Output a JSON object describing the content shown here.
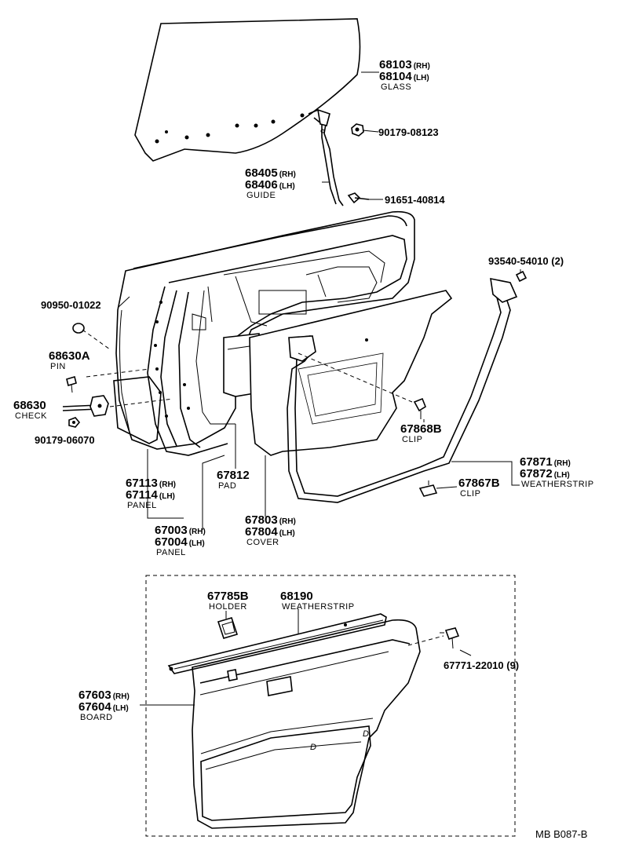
{
  "diagram_code": "MB  B087-B",
  "parts": {
    "glass": {
      "rh": "68103",
      "rh_sfx": "(RH)",
      "lh": "68104",
      "lh_sfx": "(LH)",
      "desc": "GLASS"
    },
    "nut_top": {
      "num": "90179-08123"
    },
    "guide": {
      "rh": "68405",
      "rh_sfx": "(RH)",
      "lh": "68406",
      "lh_sfx": "(LH)",
      "desc": "GUIDE"
    },
    "bolt_guide": {
      "num": "91651-40814"
    },
    "clip_ws": {
      "num": "93540-54010 (2)"
    },
    "plug": {
      "num": "90950-01022"
    },
    "pin": {
      "num": "68630A",
      "desc": "PIN"
    },
    "check": {
      "num": "68630",
      "desc": "CHECK"
    },
    "nut_check": {
      "num": "90179-06070"
    },
    "clip_cover": {
      "num": "67868B",
      "desc": "CLIP"
    },
    "weatherstrip": {
      "rh": "67871",
      "rh_sfx": "(RH)",
      "lh": "67872",
      "lh_sfx": "(LH)",
      "desc": "WEATHERSTRIP"
    },
    "clip_ws2": {
      "num": "67867B",
      "desc": "CLIP"
    },
    "panel_inner": {
      "rh": "67113",
      "rh_sfx": "(RH)",
      "lh": "67114",
      "lh_sfx": "(LH)",
      "desc": "PANEL"
    },
    "pad": {
      "num": "67812",
      "desc": "PAD"
    },
    "cover": {
      "rh": "67803",
      "rh_sfx": "(RH)",
      "lh": "67804",
      "lh_sfx": "(LH)",
      "desc": "COVER"
    },
    "panel_outer": {
      "rh": "67003",
      "rh_sfx": "(RH)",
      "lh": "67004",
      "lh_sfx": "(LH)",
      "desc": "PANEL"
    },
    "holder": {
      "num": "67785B",
      "desc": "HOLDER"
    },
    "weatherstrip_belt": {
      "num": "68190",
      "desc": "WEATHERSTRIP"
    },
    "clip_board": {
      "num": "67771-22010 (9)"
    },
    "board": {
      "rh": "67603",
      "rh_sfx": "(RH)",
      "lh": "67604",
      "lh_sfx": "(LH)",
      "desc": "BOARD"
    }
  }
}
